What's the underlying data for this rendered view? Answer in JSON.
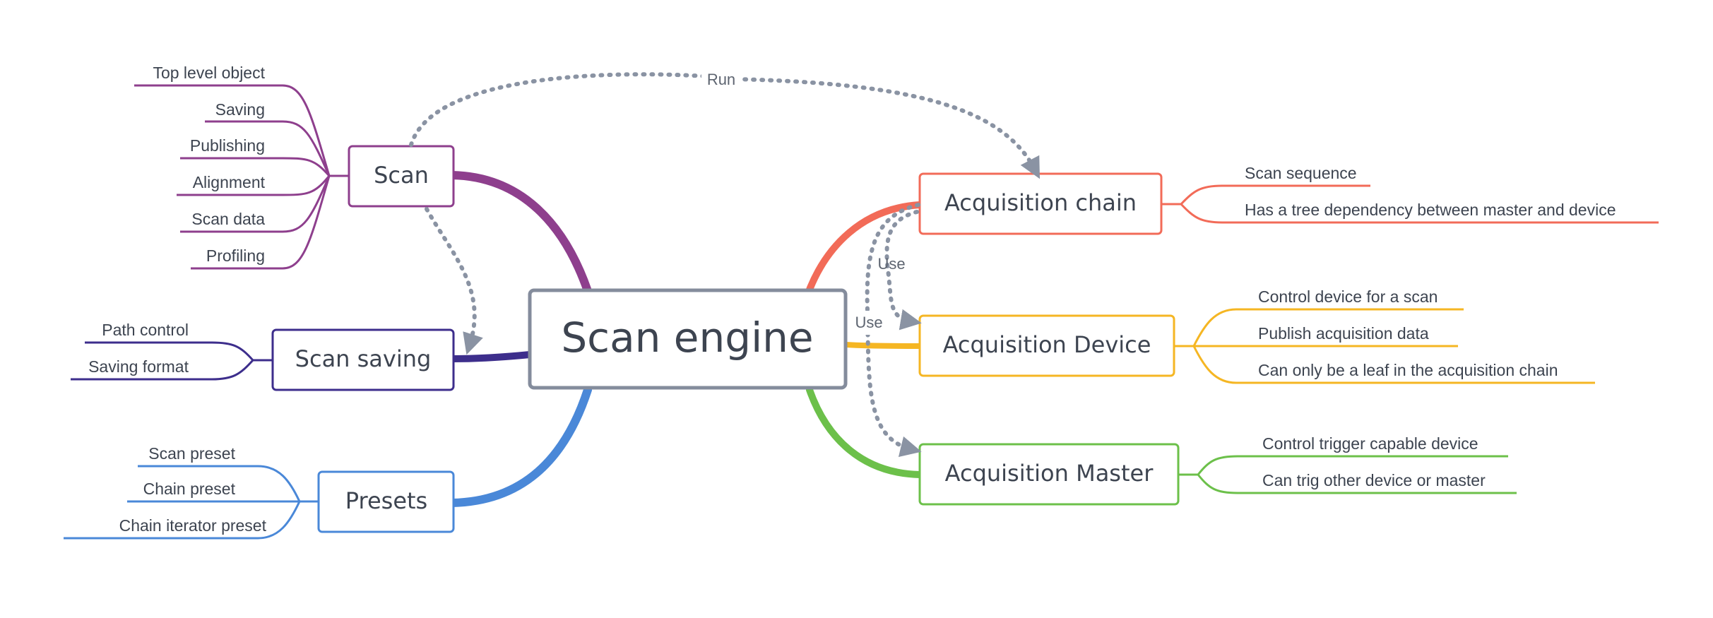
{
  "central": {
    "label": "Scan engine"
  },
  "relations": [
    {
      "label": "Run"
    },
    {
      "label": "Use"
    },
    {
      "label": "Use"
    }
  ],
  "branches": [
    {
      "label": "Scan",
      "color": "#8e3f8d",
      "leaves": [
        "Top level object",
        "Saving",
        "Publishing",
        "Alignment",
        "Scan data",
        "Profiling"
      ]
    },
    {
      "label": "Scan saving",
      "color": "#3d2e8c",
      "leaves": [
        "Path control",
        "Saving format"
      ]
    },
    {
      "label": "Presets",
      "color": "#4a88d8",
      "leaves": [
        "Scan preset",
        "Chain preset",
        "Chain iterator preset"
      ]
    },
    {
      "label": "Acquisition chain",
      "color": "#f26b58",
      "leaves": [
        "Scan sequence",
        "Has a tree dependency between master and device"
      ]
    },
    {
      "label": "Acquisition Device",
      "color": "#f5b623",
      "leaves": [
        "Control device for a scan",
        "Publish acquisition data",
        "Can only be a leaf in the acquisition chain"
      ]
    },
    {
      "label": "Acquisition Master",
      "color": "#6cc04a",
      "leaves": [
        "Control trigger capable device",
        "Can trig other device or master"
      ]
    }
  ]
}
